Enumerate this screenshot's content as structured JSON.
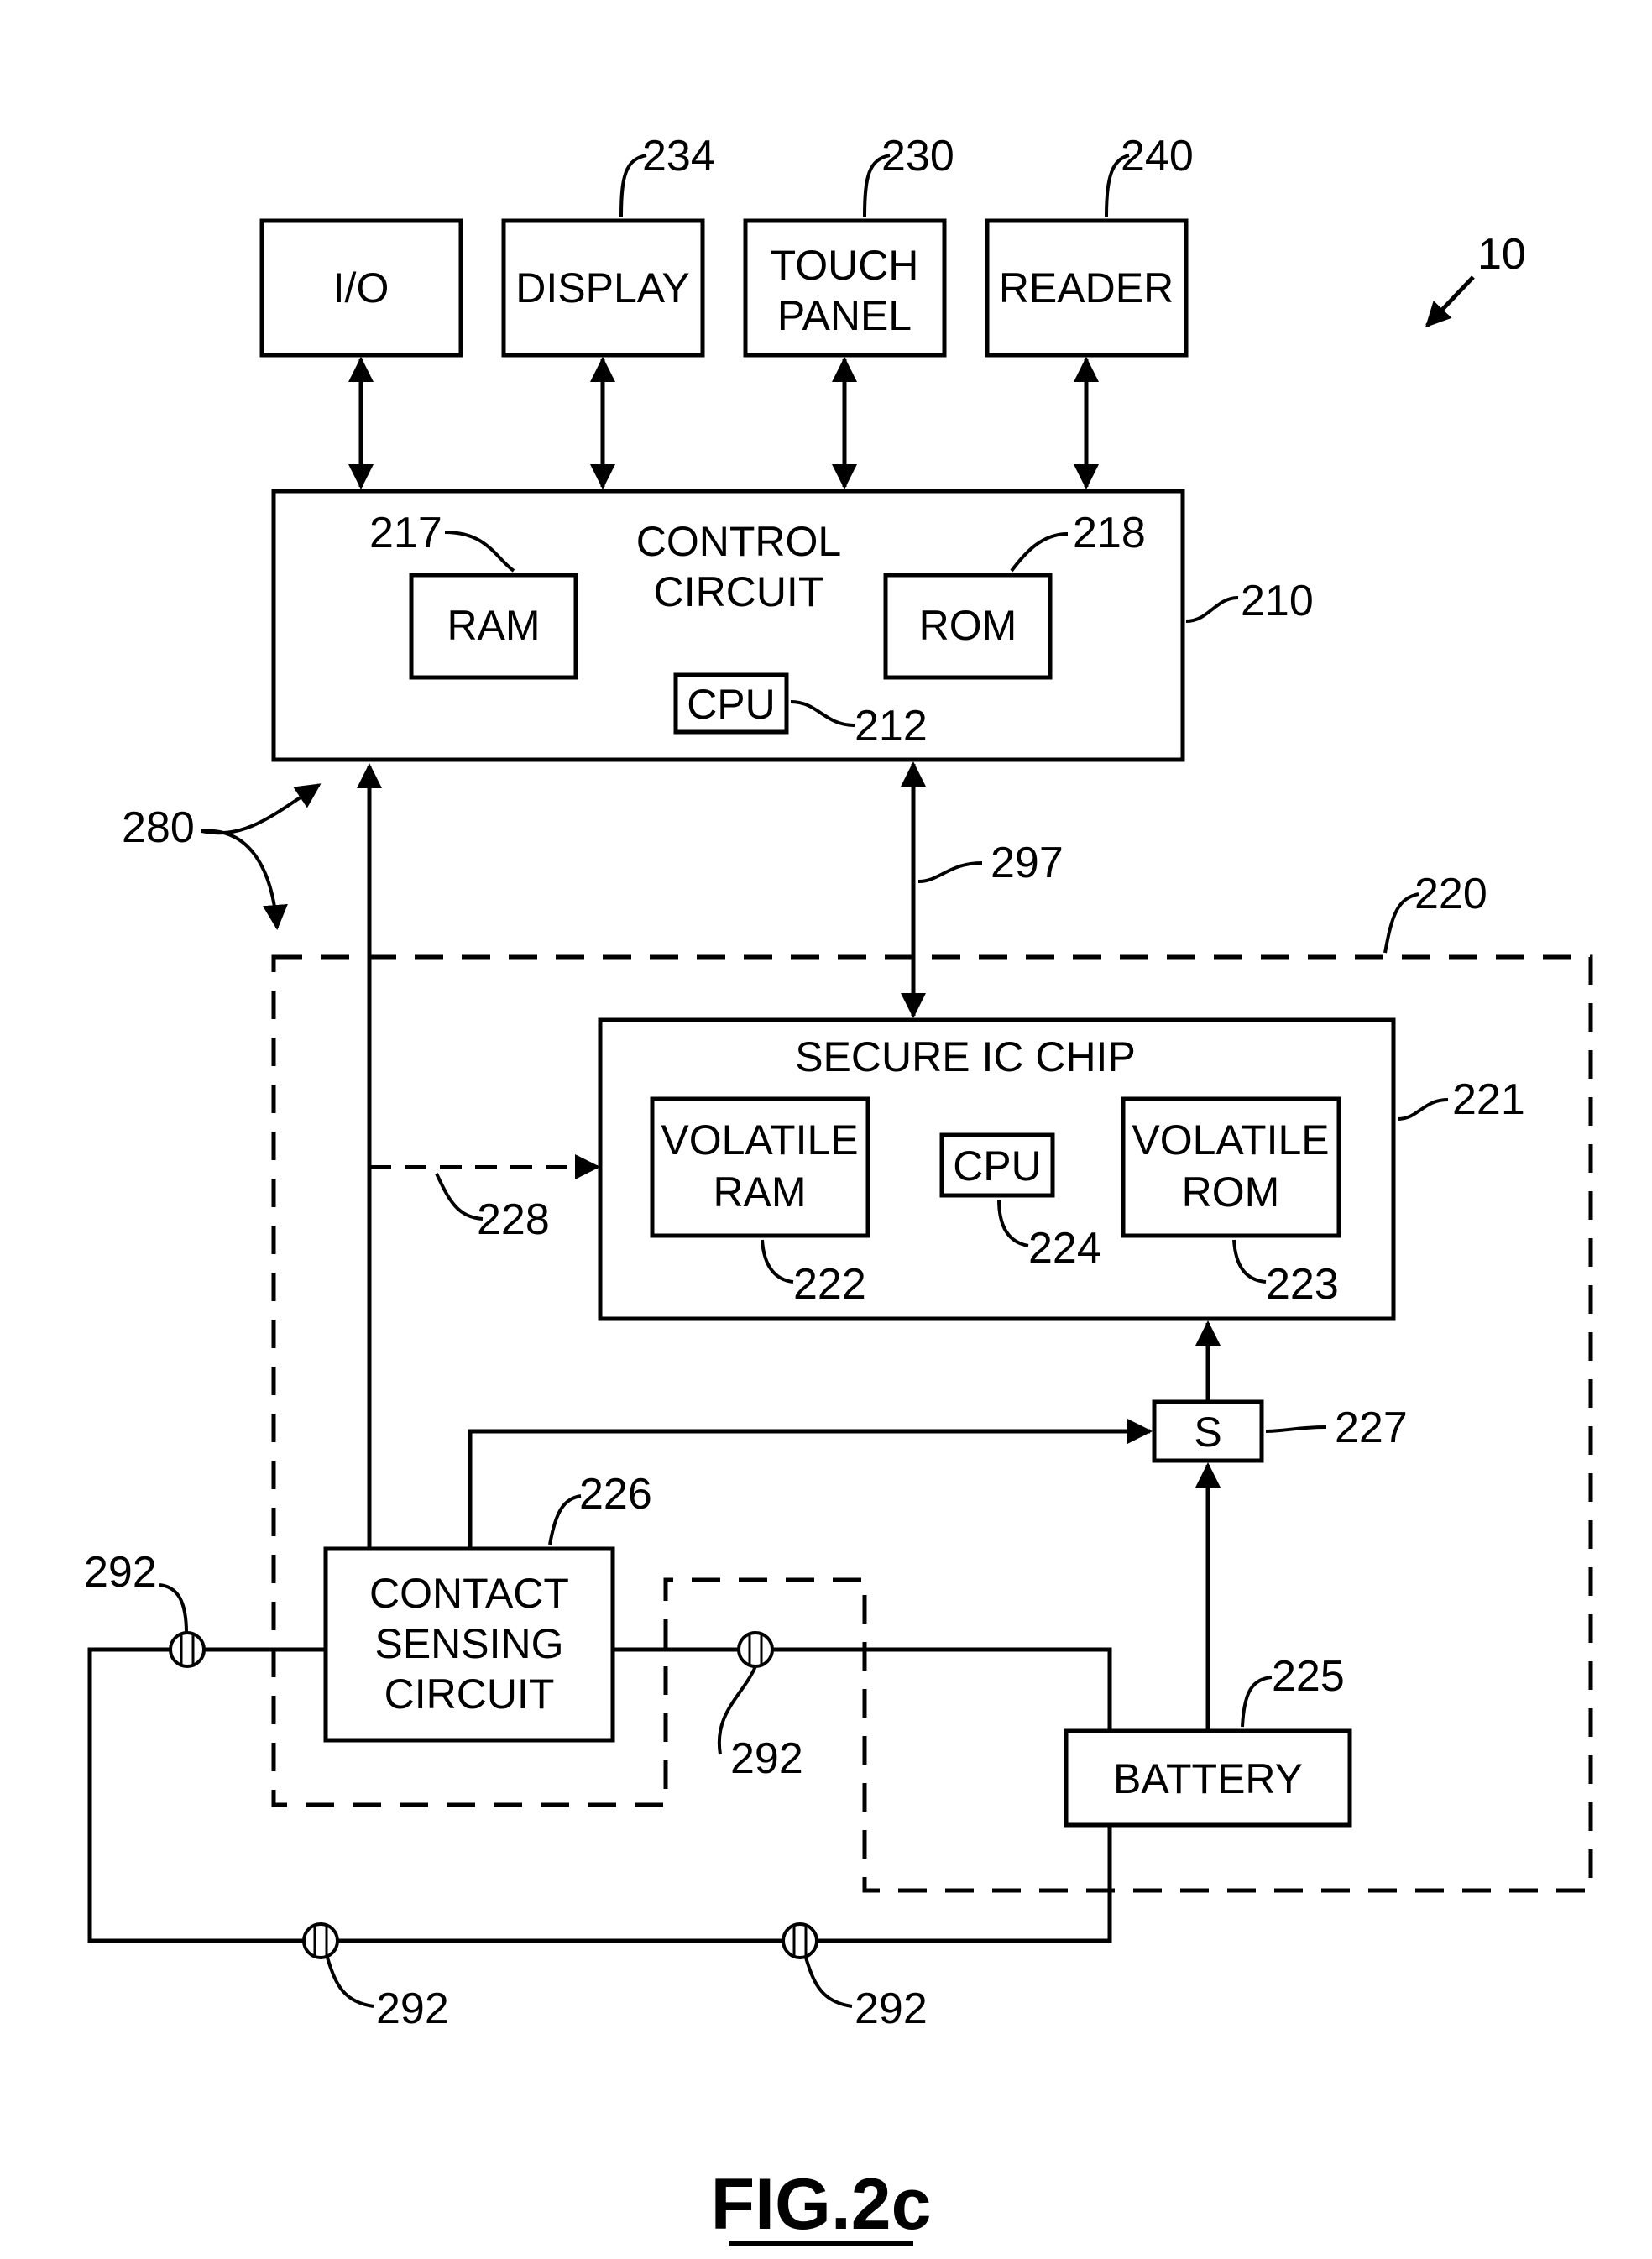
{
  "figure": {
    "caption": "FIG.2c",
    "ref_system": "10",
    "ref_group": "280"
  },
  "peripherals": {
    "io": {
      "label": "I/O"
    },
    "display": {
      "label": "DISPLAY",
      "ref": "234"
    },
    "touch": {
      "line1": "TOUCH",
      "line2": "PANEL",
      "ref": "230"
    },
    "reader": {
      "label": "READER",
      "ref": "240"
    }
  },
  "control": {
    "line1": "CONTROL",
    "line2": "CIRCUIT",
    "ref": "210",
    "ram": {
      "label": "RAM",
      "ref": "217"
    },
    "rom": {
      "label": "ROM",
      "ref": "218"
    },
    "cpu": {
      "label": "CPU",
      "ref": "212"
    }
  },
  "bus": {
    "ref": "297"
  },
  "module": {
    "ref": "220"
  },
  "chip": {
    "title": "SECURE IC CHIP",
    "ref": "221",
    "vram": {
      "line1": "VOLATILE",
      "line2": "RAM",
      "ref": "222"
    },
    "vrom": {
      "line1": "VOLATILE",
      "line2": "ROM",
      "ref": "223"
    },
    "cpu": {
      "label": "CPU",
      "ref": "224"
    }
  },
  "signal": {
    "ref": "228"
  },
  "switch": {
    "label": "S",
    "ref": "227"
  },
  "sensing": {
    "line1": "CONTACT",
    "line2": "SENSING",
    "line3": "CIRCUIT",
    "ref": "226"
  },
  "battery": {
    "label": "BATTERY",
    "ref": "225"
  },
  "contacts": {
    "ref": "292"
  }
}
